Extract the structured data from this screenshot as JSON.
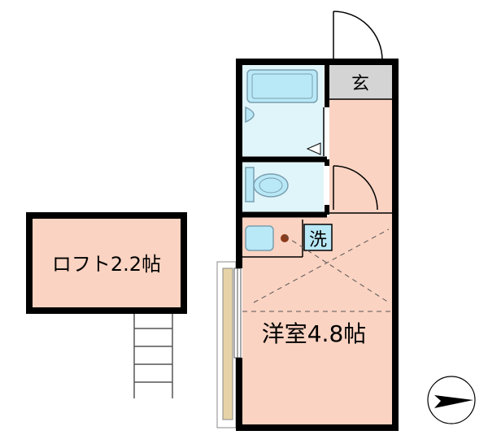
{
  "rooms": {
    "loft": "ロフト2.2帖",
    "western_room": "洋室4.8帖",
    "entrance": "玄",
    "laundry": "洗"
  },
  "colors": {
    "wall": "#000000",
    "floor": "#fbd3c2",
    "wet_area": "#e0f5fa",
    "fixture": "#b9e8f7",
    "fixture_outline": "#7a9fb0",
    "entrance_floor": "#d4d4d4",
    "balcony": "#e6d3a8",
    "drain": "#8b3a1a"
  },
  "icons": {
    "compass": "north-arrow-icon",
    "bathtub": "bathtub-icon",
    "toilet": "toilet-icon",
    "washbasin": "washbasin-icon"
  }
}
